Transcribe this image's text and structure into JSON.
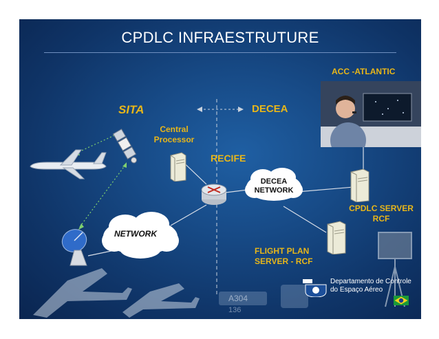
{
  "title": "CPDLC INFRAESTRUTURE",
  "labels": {
    "sita": "SITA",
    "decea": "DECEA",
    "acc": "ACC -ATLANTIC",
    "central_line1": "Central",
    "central_line2": "Processor",
    "recife": "RECIFE",
    "decea_network_line1": "DECEA",
    "decea_network_line2": "NETWORK",
    "network": "NETWORK",
    "cpdlc_line1": "CPDLC SERVER",
    "cpdlc_line2": "RCF",
    "fplan_line1": "FLIGHT PLAN",
    "fplan_line2": "SERVER - RCF"
  },
  "footer": {
    "dept_line1": "Departamento de Controle",
    "dept_line2": "do Espaço Aéreo"
  },
  "colors": {
    "label_yellow": "#e8b619",
    "background_dark": "#0f3467",
    "background_light": "#1f5fa3",
    "link_green": "#7fd06f"
  },
  "icons": {
    "aircraft": "airplane-icon",
    "satellite": "satellite-icon",
    "dish": "satellite-dish-icon",
    "router": "router-icon",
    "server": "server-icon",
    "radar": "radar-antenna-icon",
    "flag": "brazil-flag-icon",
    "logo": "decea-logo-icon"
  }
}
